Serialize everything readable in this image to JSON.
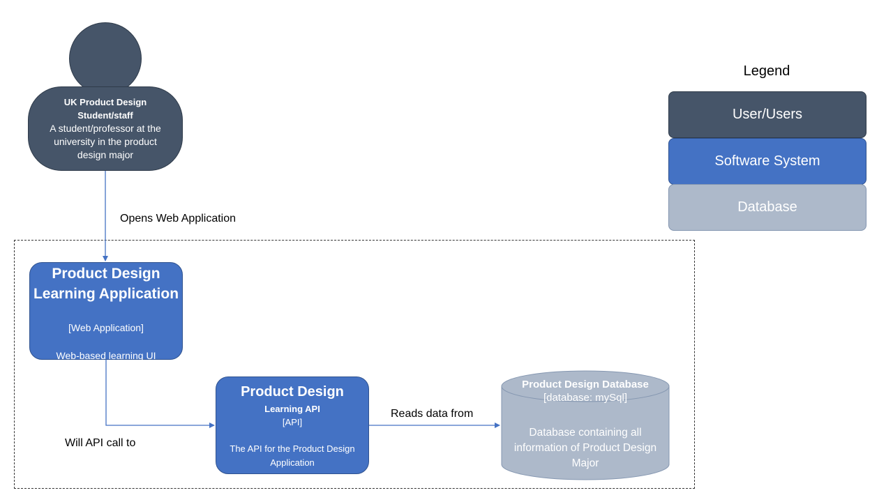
{
  "person": {
    "name": "UK Product Design Student/staff",
    "description": "A student/professor at the university in the product design major"
  },
  "web_app": {
    "name": "Product Design Learning Application",
    "technology": "[Web Application]",
    "description": "Web-based learning UI"
  },
  "api": {
    "name": "Product Design",
    "subtitle": "Learning API",
    "technology": "[API]",
    "description": "The API for the Product Design Application"
  },
  "database": {
    "name": "Product Design Database",
    "technology": "[database: mySql]",
    "description": "Database containing all information of Product Design Major"
  },
  "relationships": {
    "person_to_webapp": "Opens Web Application",
    "webapp_to_api": "Will API call to",
    "api_to_database": "Reads data from"
  },
  "legend": {
    "title": "Legend",
    "items": [
      {
        "label": "User/Users",
        "color": "#465569"
      },
      {
        "label": "Software System",
        "color": "#4472c4"
      },
      {
        "label": "Database",
        "color": "#adb9ca"
      }
    ]
  },
  "colors": {
    "person": "#465569",
    "software_system": "#4472c4",
    "database": "#adb9ca",
    "connector": "#4472c4"
  }
}
